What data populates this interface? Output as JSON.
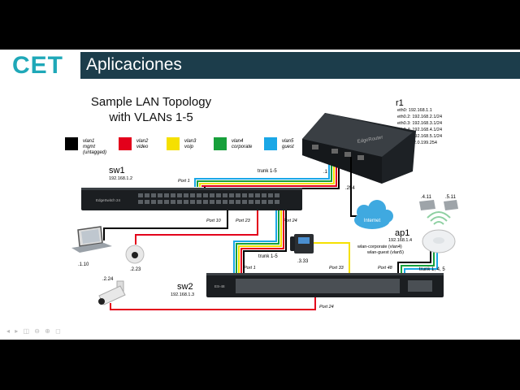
{
  "header": {
    "logo_text": "CET",
    "title": "Aplicaciones"
  },
  "diagram": {
    "heading_line1": "Sample LAN Topology",
    "heading_line2": "with VLANs 1-5",
    "legend": [
      {
        "label1": "vlan1",
        "label2": "mgmt",
        "label3": "(untagged)",
        "color": "#000000"
      },
      {
        "label1": "vlan2",
        "label2": "video",
        "label3": "",
        "color": "#e3001b"
      },
      {
        "label1": "vlan3",
        "label2": "voip",
        "label3": "",
        "color": "#f5e000"
      },
      {
        "label1": "vlan4",
        "label2": "corporate",
        "label3": "",
        "color": "#17a03b"
      },
      {
        "label1": "vlan5",
        "label2": "guest",
        "label3": "",
        "color": "#1aa7e6"
      }
    ],
    "r1": {
      "name": "r1",
      "interfaces": [
        "eth0: 192.168.1.1",
        "eth0.2: 192.168.2.1/24",
        "eth0.3: 192.168.3.1/24",
        "eth0.4: 192.168.4.1/24",
        "eth0.5: 192.168.5.1/24",
        "eth1: 192.0.199.254"
      ]
    },
    "sw1": {
      "name": "sw1",
      "ip": "192.168.1.2"
    },
    "sw2": {
      "name": "sw2",
      "ip": "192.168.1.3"
    },
    "ap1": {
      "name": "ap1",
      "ip": "192.168.1.4",
      "ssid1": "wlan-corporate (vlan4)",
      "ssid2": "wlan-guest (vlan5)"
    },
    "labels": {
      "trunk_r1_sw1": "trunk 1-5",
      "r1_port": ".1",
      "r1_wan": ".254",
      "internet": "Internet",
      "sw1_port1": "Port 1",
      "sw1_port10": "Port 10",
      "sw1_port23": "Port 23",
      "sw1_port24": "Port 24",
      "pc_ip": ".1.10",
      "cam1_ip": ".2.23",
      "cam2_ip": ".2.24",
      "phone_ip": ".3.33",
      "trunk_sw1_sw2": "trunk 1-5",
      "sw2_port1": "Port 1",
      "sw2_port33": "Port 33",
      "sw2_port48": "Port 48",
      "sw2_port24": "Port 24",
      "trunk_ap": "trunk 1, 4, 5",
      "wifi_client1": ".4.11",
      "wifi_client2": ".5.11"
    }
  },
  "colors": {
    "title_bar": "#1c3d4b",
    "logo_accent": "#1fa8b8",
    "vlan1": "#000000",
    "vlan2": "#e3001b",
    "vlan3": "#f5e000",
    "vlan4": "#17a03b",
    "vlan5": "#1aa7e6"
  }
}
